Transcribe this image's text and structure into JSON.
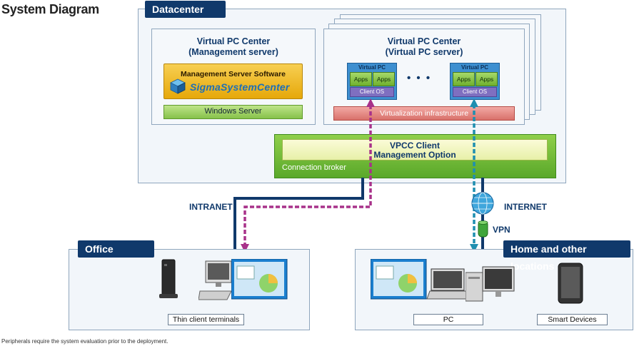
{
  "title": "System Diagram",
  "datacenter": {
    "label": "Datacenter",
    "mgmt": {
      "heading_line1": "Virtual PC Center",
      "heading_line2": "(Management server)",
      "software_label": "Management Server Software",
      "logo_text": "SigmaSystemCenter",
      "windows_label": "Windows Server"
    },
    "vpc_server": {
      "heading_line1": "Virtual PC Center",
      "heading_line2": "(Virtual PC server)",
      "vpc_label": "Virtual PC",
      "app_label": "Apps",
      "os_label": "Client OS",
      "ellipsis": "• • •",
      "infra_label": "Virtualization infrastructure"
    },
    "broker": {
      "option_line1": "VPCC Client",
      "option_line2": "Management Option",
      "label": "Connection broker"
    }
  },
  "network": {
    "intranet": "INTRANET",
    "internet": "INTERNET",
    "vpn": "VPN"
  },
  "office": {
    "label": "Office",
    "caption": "Thin client terminals"
  },
  "home": {
    "label": "Home and other locations",
    "pc_caption": "PC",
    "smart_caption": "Smart Devices"
  },
  "footnote": "Peripherals require the system evaluation prior to the deployment.",
  "colors": {
    "navy": "#10396b",
    "intranet_path": "#a8328a",
    "internet_path": "#1f8fb0"
  }
}
